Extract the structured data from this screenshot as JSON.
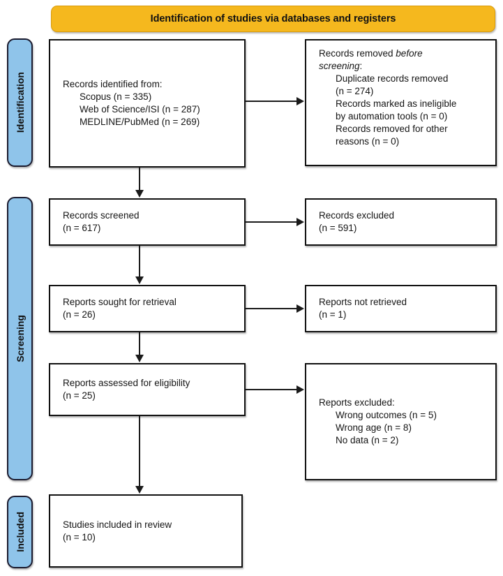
{
  "banner": {
    "title": "Identification of studies via databases and registers"
  },
  "colors": {
    "banner_fill": "#F5B81E",
    "stage_fill": "#8FC4EA",
    "box_border": "#111111",
    "text": "#141414"
  },
  "stages": [
    {
      "key": "identification",
      "label": "Identification"
    },
    {
      "key": "screening",
      "label": "Screening"
    },
    {
      "key": "included",
      "label": "Included"
    }
  ],
  "boxes": {
    "identified": {
      "title": "Records identified from:",
      "items": [
        "Scopus (n = 335)",
        "Web of Science/ISI (n = 287)",
        "MEDLINE/PubMed (n = 269)"
      ]
    },
    "removed": {
      "title_part1": "Records removed ",
      "title_italic1": "before",
      "title_italic2": "screening",
      "title_part2": ":",
      "items": [
        "Duplicate records removed",
        "(n = 274)",
        "Records marked as ineligible",
        "by automation tools (n = 0)",
        "Records removed for other",
        "reasons (n = 0)"
      ]
    },
    "screened": {
      "line1": "Records screened",
      "line2": "(n = 617)"
    },
    "excluded1": {
      "line1": "Records excluded",
      "line2": "(n = 591)"
    },
    "sought": {
      "line1": "Reports sought for retrieval",
      "line2": "(n = 26)"
    },
    "notretrieved": {
      "line1": "Reports not retrieved",
      "line2": "(n = 1)"
    },
    "assessed": {
      "line1": "Reports assessed for eligibility",
      "line2": "(n = 25)"
    },
    "excluded2": {
      "title": "Reports excluded:",
      "items": [
        "Wrong outcomes (n = 5)",
        "Wrong age (n = 8)",
        "No data (n = 2)"
      ]
    },
    "included": {
      "line1": "Studies included in review",
      "line2": "(n = 10)"
    }
  }
}
